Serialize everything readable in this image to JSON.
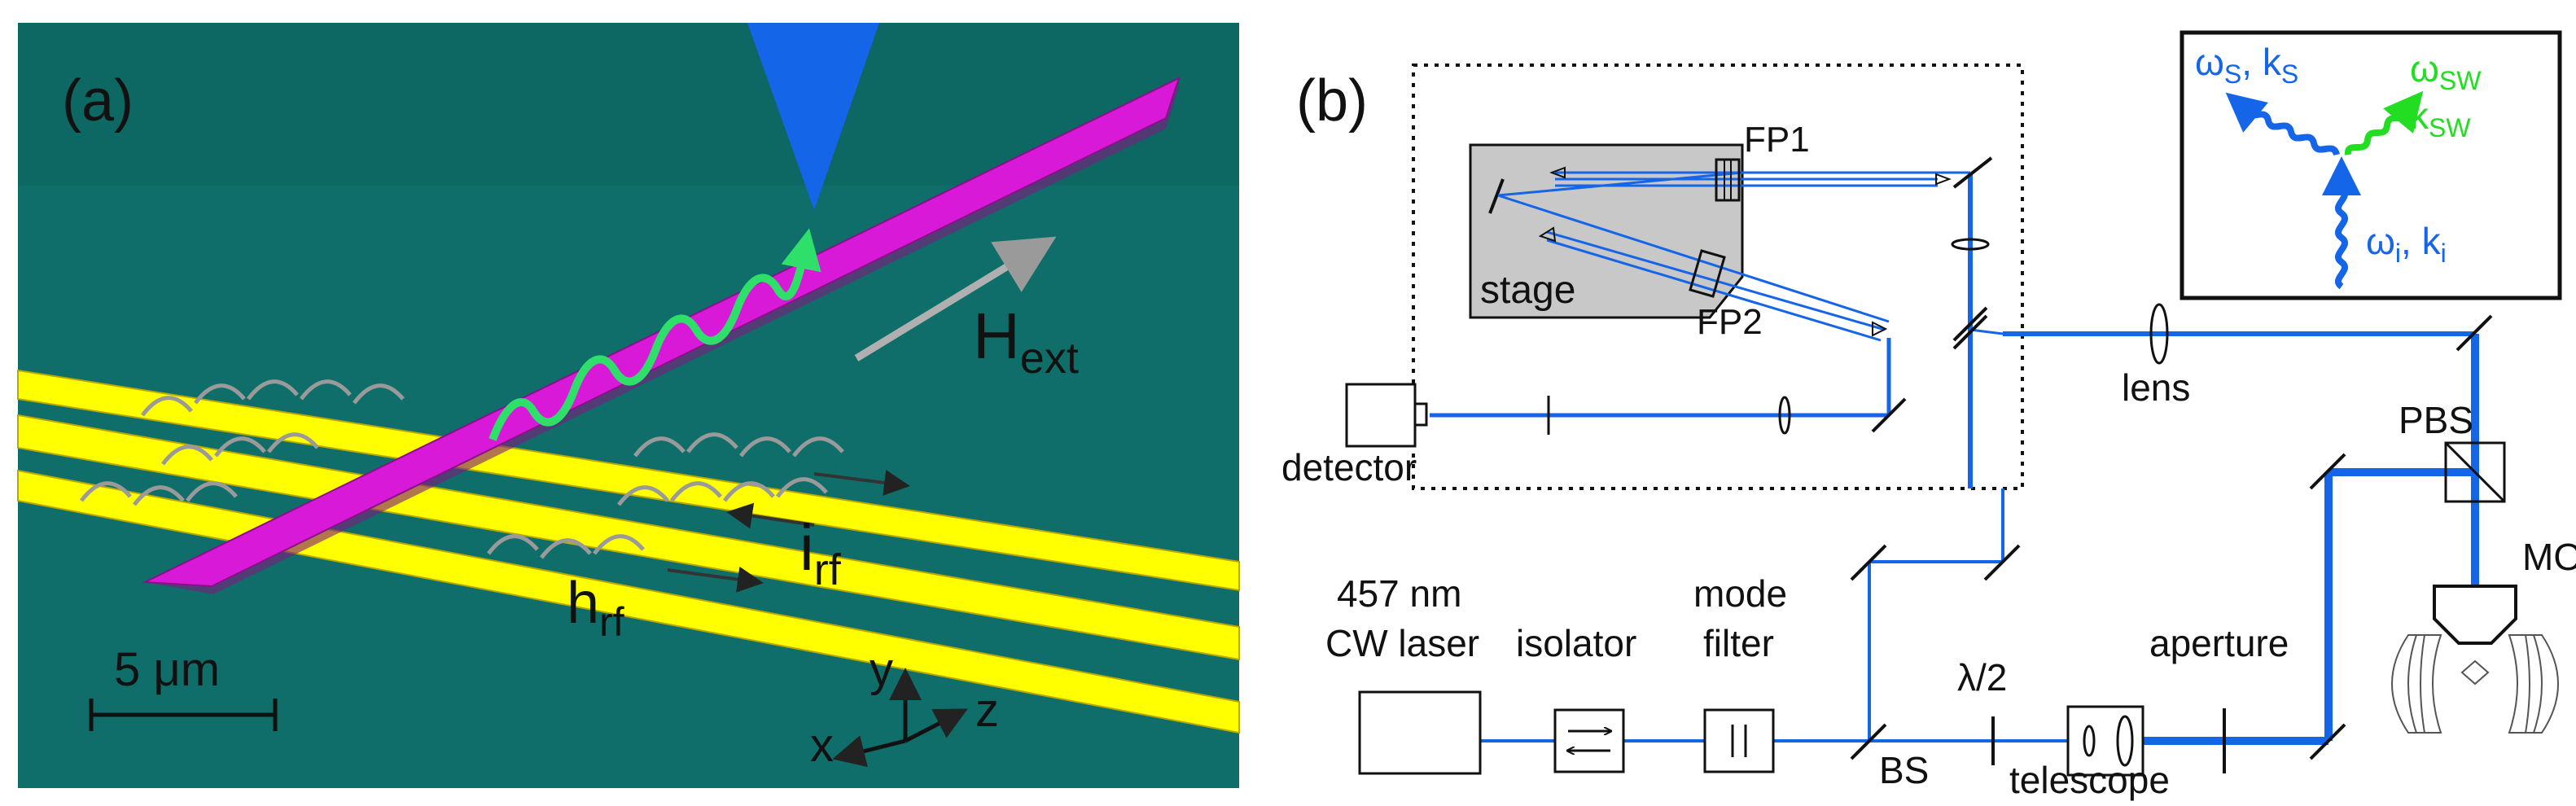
{
  "colors": {
    "background_a": "#0f6e6a",
    "strip": "#d81ad8",
    "waveguide": "#ffff00",
    "spin_wave": "#2ee06a",
    "laser": "#1565e8",
    "stage": "#c8c8c8",
    "k_green": "#22dd22"
  },
  "panel_a": {
    "label": "(a)",
    "h_ext": "H",
    "h_ext_sub": "ext",
    "i_rf": "i",
    "i_rf_sub": "rf",
    "h_rf": "h",
    "h_rf_sub": "rf",
    "scale_bar": "5 μm",
    "axis_x": "x",
    "axis_y": "y",
    "axis_z": "z"
  },
  "panel_b": {
    "label": "(b)",
    "fp1": "FP1",
    "fp2": "FP2",
    "stage": "stage",
    "detector": "detector",
    "lens": "lens",
    "pbs": "PBS",
    "mo": "MO",
    "laser_line1": "457 nm",
    "laser_line2": "CW laser",
    "isolator": "isolator",
    "mode_filter_line1": "mode",
    "mode_filter_line2": "filter",
    "bs": "BS",
    "half_wave": "λ/2",
    "telescope": "telescope",
    "aperture": "aperture"
  },
  "inset": {
    "omega_s": "ω",
    "omega_s_sub": "S",
    "k_s": "k",
    "k_s_sub": "S",
    "omega_sw": "ω",
    "omega_sw_sub": "SW",
    "k_sw": "k",
    "k_sw_sub": "SW",
    "omega_i": "ω",
    "omega_i_sub": "i",
    "k_i": "k",
    "k_i_sub": "i"
  }
}
